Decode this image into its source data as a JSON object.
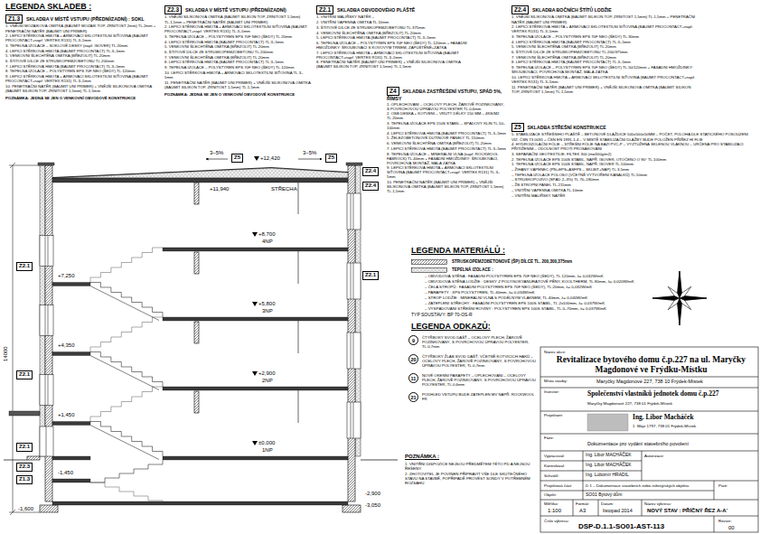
{
  "diagram": {
    "nodes": [
      {
        "text": [
          "Z1.3",
          "SKLADBA V MÍSTĚ VSTUPU (PŘEDNÍ/ZADNÍ) : SOKL",
          "1. VNĚJŠÍ MOZAIKOVÁ OMÍTKA (BAUMIT MOZAIK TOP, ZRNITOST 2mm) TL.2mm + PENETRAČNÍ NÁTĚR (BAUMIT UNI PRIMER)",
          "2. LEPICÍ STĚRKOVÁ HMOTA + ARMOVACÍ SKLOTEXTILNÍ SÍŤOVINA (BAUMIT PROCONTACT+např. VERTEX R131) TL.3–5mm",
          "3. TEPELNÁ IZOLACE – SOKLOVÉ DESKY (např. ISOVER) TL.20mm",
          "4. LEPICÍ STĚRKOVÁ HMOTA (BAUMIT PROCONTACT) TL.3–5mm",
          "5. VENKOVNÍ ŠLECHTĚNÁ OMÍTKA (BŘEZOLIT) TL.20mm",
          "6. ŠTÍTOVÉ DÍLCE ZE STRUSKOPEMZOBETONU TL.200mm",
          "7. LEPICÍ STĚRKOVÁ HMOTA (BAUMIT PROCONTACT) TL.3–5mm",
          "8. TEPELNÁ IZOLACE – POLYSTYREN EPS 70F NEO (ŠEDÝ) TL.120mm",
          "9. LEPICÍ STĚRKOVÁ HMOTA + ARMOVACÍ SKLOTEXTILNÍ SÍŤOVINA (BAUMIT PROCONTACT+např. VERTEX R131) TL.3–5mm",
          "10. PENETRAČNÍ NÁTĚR (BAUMIT UNI PRIMER) + VNĚJŠÍ SILIKONOVÁ OMÍTKA (BAUMIT SILIKON TOP, ZRNITOST 1,5mm) TL.1,5mm",
          "POZNÁMKA: JEDNÁ SE JEN O VENKOVNÍ OBVODOVÉ KONSTRUKCE"
        ]
      },
      {
        "text": [
          "Z2.3",
          "SKLADBA V MÍSTĚ VSTUPU (PŘEDNÍ/ZADNÍ)",
          "1. VNĚJŠÍ SILIKONOVÁ OMÍTKA (BAUMIT SILIKON TOP, ZRNITOST 1,5mm) TL.1,5mm + PENETRAČNÍ NÁTĚR (BAUMIT UNI PRIMER)",
          "2. LEPICÍ STĚRKOVÁ HMOTA + ARMOVACÍ SKLOTEXTILNÍ SÍŤOVINA (BAUMIT PROCONTACT+např. VERTEX R131) TL.3–5mm",
          "3. TEPELNÁ IZOLACE – POLYSTYREN EPS 70F NEO (ŠEDÝ) TL.20mm",
          "4. LEPICÍ STĚRKOVÁ HMOTA (BAUMIT PROCONTACT) TL.3–5mm",
          "5. VENKOVNÍ ŠLECHTĚNÁ OMÍTKA (BŘEZOLIT) TL.20mm",
          "6. ŠTÍTOVÉ DÍLCE ZE STRUSKOPEMZOBETONU TL.200mm",
          "7. VENKOVNÍ ŠLECHTĚNÁ OMÍTKA (BŘEZOLIT) TL.20mm",
          "8. LEPICÍ STĚRKOVÁ HMOTA (BAUMIT PROCONTACT) TL.3–5mm",
          "9. TEPELNÁ IZOLACE – POLYSTYREN EPS 70F NEO (ŠEDÝ) TL.120mm",
          "10. LEPICÍ STĚRKOVÁ HMOTA + ARMOVACÍ SKLOTEXTILNÍ SÍŤOVINA TL.3–5mm",
          "11. PENETRAČNÍ NÁTĚR (BAUMIT UNI PRIMER) + VNĚJŠÍ SILIKONOVÁ OMÍTKA (BAUMIT SILIKON TOP, ZRNITOST 1,5mm) TL.1,5mm",
          "POZNÁMKA: JEDNÁ SE JEN O VENKOVNÍ OBVODOVÉ KONSTRUKCE"
        ]
      },
      {
        "text": [
          "Z2.1",
          "SKLADBA OBVODOVÉHO PLÁŠTĚ",
          "1. VNITŘNÍ MALÍŘSKÝ NÁTĚR –",
          "2. VNITŘNÍ VÁPENNÁ OMÍTKA TL.10mm",
          "3. ŠTÍTOVÉ DÍLCE ZE STRUSKOPEMZOBETONU TL.375mm",
          "4. VENKOVNÍ ŠLECHTĚNÁ OMÍTKA (BŘEZOLIT) TL.20mm",
          "5. LEPICÍ STĚRKOVÁ HMOTA (BAUMIT PROCONTACT) TL.3–5mm",
          "6. TEPELNÁ IZOLACE – POLYSTYREN EPS 70F NEO (ŠEDÝ) TL.120mm + FASÁDNÍ HMOŽDINKY: ŠROUBOVACÍ S KOVOVÝM TRNEM, ZAPUŠTĚNÉ+ZÁTKA",
          "7. LEPICÍ STĚRKOVÁ HMOTA + ARMOVACÍ SKLOTEXTILNÍ SÍŤOVINA (BAUMIT PROCONTACT+např. VERTEX R131) TL.3–5mm",
          "8. PENETRAČNÍ NÁTĚR (BAUMIT UNI PRIMER) + VNĚJŠÍ SILIKONOVÁ OMÍTKA (BAUMIT SILIKON TOP, ZRNITOST 1,5mm) TL.1,5mm"
        ]
      },
      {
        "text": [
          "Z4",
          "SKLADBA ZASTŘEŠENÍ VSTUPU, SPÁD 5%, ŘÍMSY",
          "1. OPLECHOVÁNÍ – OCELOVÝ PLECH, ŽÁROVĚ POZINKOVANÝ, S POVRCHOVOU ÚPRAVOU POLYESTER TL.0,6mm",
          "2. OSB DESKA + KOTVENÍ – VRUTY DÉLKY 150 MM – 4KS/M2 TL.20mm",
          "3. TEPELNÁ IZOLACE EPS 150S STABIL – SPÁDOVÝ KLÍN TL.50–100mm",
          "4. LEPICÍ STĚRKOVÁ HMOTA (BAUMIT PROCONTACT) TL.3–5mm",
          "5. ŽELEZOBETONOVÉ DUTINOVÉ PANELY TL.150mm",
          "6. VENKOVNÍ ŠLECHTĚNÁ OMÍTKA (BŘEZOLIT) TL.20mm",
          "7. LEPICÍ STĚRKOVÁ HMOTA (BAUMIT PROCONTACT) TL.3–5mm",
          "8. TEPELNÁ IZOLACE – MINERÁLNÍ VLNA (např. ROCKWOOL FASROCK) TL.40mm + FASÁDNÍ HMOŽDINKY: ŠROUBOVACÍ, POVRCHOVÁ MONTÁŽ, MALÁ ZÁTKA",
          "9. LEPICÍ STĚRKOVÁ HMOTA + ARMOVACÍ SKLOTEXTILNÍ SÍŤOVINA (BAUMIT PROCONTACT+např. VERTEX R131) TL.3–5mm",
          "10. PENETRAČNÍ NÁTĚR (BAUMIT UNI PRIMER) + VNĚJŠÍ SILIKONOVÁ OMÍTKA (BAUMIT SILIKON TOP, ZRNITOST 1,5mm) TL.1,5mm"
        ]
      },
      {
        "text": [
          "Z2.4",
          "SKLADBA BOČNÍCH ŠTÍTŮ LODŽIE",
          "1. VNĚJŠÍ SILIKONOVÁ OMÍTKA (BAUMIT SILIKON TOP, ZRNITOST 1,5mm) TL.1,5mm + PENETRAČNÍ NÁTĚR (BAUMIT UNI PRIMER)",
          "2. LEPICÍ STĚRKOVÁ HMOTA + ARMOVACÍ SKLOTEXTILNÍ SÍŤOVINA (BAUMIT PROCONTACT+např. VERTEX R131) TL.3–5mm",
          "3. TEPELNÁ IZOLACE – POLYSTYREN EPS 70F NEO (ŠEDÝ) TL.30mm",
          "4. LEPICÍ STĚRKOVÁ HMOTA (BAUMIT PROCONTACT) TL.3–5mm",
          "5. VENKOVNÍ ŠLECHTĚNÁ OMÍTKA (BŘEZOLIT) TL.20mm",
          "6. ŠTÍTOVÉ DÍLCE ZE STRUSKOPEMZOBETONU TL.200/375mm",
          "7. VENKOVNÍ ŠLECHTĚNÁ OMÍTKA (BŘEZOLIT) TL.20mm",
          "8. LEPICÍ STĚRKOVÁ HMOTA (BAUMIT PROCONTACT) TL.3–5mm",
          "9. TEPELNÁ IZOLACE – POLYSTYREN EPS 70F NEO (ŠEDÝ) TL.50/120mm + FASÁDNÍ HMOŽDINKY: ŠROUBOVACÍ, POVRCHOVÁ MONTÁŽ, MALÁ ZÁTKA",
          "10. LEPICÍ STĚRKOVÁ HMOTA + ARMOVACÍ SKLOTEXTILNÍ SÍŤOVINA (BAUMIT PROCONTACT+např. VERTEX R131) TL.3–5mm",
          "11. PENETRAČNÍ NÁTĚR (BAUMIT UNI PRIMER) + VNĚJŠÍ SILIKONOVÁ OMÍTKA (BAUMIT SILIKON TOP, ZRNITOST 1,5mm) TL.1,5mm"
        ]
      },
      {
        "text": [
          "Z5",
          "SKLADBA STŘEŠNÍ KONSTRUKCE",
          "5. STABILIZACE STŘEŠNÍHO PLÁŠTĚ – BETONOVÉ DLAŽDICE 500x500x50MM – POČET, POLOHA DLE STATICKÉHO POSOUZENÍ VIZ. ČSN 73 0035 + ČSN EN 1991-1-4 – V MÍSTĚ STABILIZAČNÍ DLAŽBY BUDE POLOŽEN PŘÍŘEZ HI FLIE",
          "4. HYDROIZOLAČNÍ FÓLIE – STŘEŠNÍ FÓLIE NA BÁZI PVC-P – VYZTUŽENÁ SKLENOU VLÁKNOU – URČENÁ PRO STABILIZACI PŘITÍŽENÍM – ODOLNOST PROTI PROSAKOVÁNÍ",
          "3. SEPARAČNÍ GEOTEXTILIE, FILTEK 300 (m=300g/m2)",
          "2. TEPELNÁ IZOLACE EPS 100S STABIL, NAPŘ. ISOVER, OTOČENO O 90° TL.100mm",
          "1. TEPELNÁ IZOLACE EPS 100S STABIL, NAPŘ. ISOVER TL.100mm",
          "– ŽÍHANÝ VÁPENEC (PN+EPS+ASFPS – SKLBIT+NAP) TL.3,5mm",
          "– TEPELNÁ IZOLACE POLOSO (VČETNĚ VYTVOŘENÍ KANÁLKŮ) TL.50mm",
          "– STRUSKOPOJIVO (SPÁD 2–3%) TL.70–180mm",
          "– ŽB STROPNÍ PANEL TL.215mm",
          "– VNITŘNÍ VÁPENNÁ OMÍTKA TL.10mm",
          "– VNITŘNÍ MALÍŘSKÝ NÁTĚR"
        ]
      },
      {
        "text": [
          "Z5"
        ]
      },
      {
        "text": [
          "Z5"
        ]
      },
      {
        "text": [
          "Z2.4"
        ]
      },
      {
        "text": [
          "Z2.4"
        ]
      },
      {
        "text": [
          "Z2.1"
        ]
      },
      {
        "text": [
          "Z2.1"
        ]
      },
      {
        "text": [
          "Z2.1"
        ]
      },
      {
        "text": [
          "Z2.1"
        ]
      },
      {
        "text": [
          "Z2.3"
        ]
      },
      {
        "text": [
          "Z1.3"
        ]
      },
      {
        "text": [
          "9",
          "ČTYŘBOKÝ SVOD DAŠŤ – OCELOVÝ PLECH, ŽÁROVĚ POZINKOVANÝ, S POVRCHOVOU ÚPRAVOU POLYESTER, TL.0,7mm"
        ]
      },
      {
        "text": [
          "20",
          "ČTYŘBOKÝ ŽLAB SVOD DAŠŤ, VČETNĚ KOTVICÍCH HÁKŮ – OCELOVÝ PLECH, ŽÁROVĚ POZINKOVANÝ, S POVRCHOVOU ÚPRAVOU POLYESTER, TL.0,7mm"
        ]
      },
      {
        "text": [
          "11",
          "NOVÉ OKENNÍ PARAPETY – OPLECHOVÁNÍ – OCELOVÝ PLECH, ŽÁROVĚ POZINKOVANÝ, S POVRCHOVOU ÚPRAVOU POLYESTER, TL.0,6mm"
        ]
      },
      {
        "text": [
          "21",
          "PODHLED VSTUPU BUDE ZATEPLEN MV NAPŘ. ROCKWOOL FR"
        ]
      }
    ],
    "labels": [
      "LEGENDA SKLADEB :",
      "3–5%",
      "+12,420",
      "3–5%",
      "+11,940",
      "STŘECHA",
      "+8,700",
      "4NP",
      "+7,250",
      "+5,800",
      "3NP",
      "+4,350",
      "+2,900",
      "2NP",
      "+1,450",
      "±0,000",
      "1NP",
      "-1,450",
      "-1,600",
      "-2,900",
      "-3,050",
      "14000",
      "LEGENDA MATERIÁLŮ :",
      "– OBVODOVÁ STĚNA : FASÁDNÍ POLYSTYREN EPS 70F NEO (ŠEDÝ), TL.120mm, λ= 0,032W/mK",
      "– OBVODOVÁ STĚNA LODŽIE : DESKY Z POLYISOKYANURÁTOVÉ PĚNY, KOOLTHERM, TL.80mm, λ= 0,020W/mK",
      "– ČELA STROPŮ : FASÁDNÍ POLYSTYREN EPS 70F NEO (ŠEDÝ), TL.20mm, λ= 0,032W/mK",
      "– PARAPETY : XPS POLYSTYREN, TL.40mm, λ= 0,034W/mK",
      "– STROP LODŽIE : MINERÁLNÍ VLNA S PODÉLNÝM VLÁKNEM, TL.40mm, λ= 0,040W/mK",
      "– ZATEPLENÍ STŘECHY : FASÁDNÍ POLYSTYREN EPS 100S STABIL, TL.2x100mm, λ= 0,037W/mK",
      "– VYSPÁDOVÁNÍ STŘEŠNÍ ROVINY : POLYSTYREN EPS 100S STABIL, TL.0–70mm, λ= 0,037W/mK",
      "TYP SOUSTAVY: BP 70-OS-R",
      "LEGENDA ODKAZŮ:",
      "POZNÁMKA :",
      "1. VNITŘNÍ DISPOZICE NEJSOU PŘEDMĚTEM TÉTO PD A NEJSOU ŘEŠENY.",
      "2. ZHOTOVITEL JE POVINEN PŘIPRAVIT VŠE DLE SKUTEČNÉHO STAVU NA STAVBĚ, POPŘÍPADĚ PROVÉST SONDY V POTŘEBNÉM ROZSAHU",
      "Název akce:",
      "Revitalizace bytového domu č.p.227 na ul. Maryčky Magdonové ve Frýdku-Místku",
      "Místo stavby:",
      "Maryčky Magdonové 227, 738 10 Frýdek-Místek",
      "Investor:",
      "Společenství vlastníků jednotek domu č.p.227",
      "Maryčky Magdonové 227, 738 01 Frýdek-Místek",
      "Projektant:",
      "Ing. Libor Macháček",
      "1. Máje 1797, 738 01 Frýdek-Místek",
      "Fáze:",
      "Dokumentace pro vydání stavebního povolení",
      "Vypracoval:",
      "Ing. Libor MACHÁČEK",
      "Kontroloval:",
      "Ing. Libor MACHÁČEK",
      "Schválil:",
      "Ing. Lubomír HRADIL",
      "Autorizace:",
      "Projektová část:",
      "D.1 – Dokumentace stavebních nebo inženýrských objektů",
      "Objekt:",
      "SO01 Bytový dům",
      "Paré:",
      "Měřítko:",
      "Formát:",
      "Datum:",
      "1:100",
      "A3",
      "listopad 2014",
      "Název výkresu:",
      "NOVÝ STAV : PŘÍČNÝ ŘEZ A-A´",
      "Číslo výkresu:",
      "DSP-D.1.1-SO01-AST-113",
      "Revize:",
      "00"
    ],
    "legend": [
      {
        "text": "STRUSKOPEMZOBETONOVÉ (ŠP) DÍLCE TL. 200,300,375mm"
      },
      {
        "text": "TEPELNÁ IZOLACE :"
      }
    ]
  }
}
